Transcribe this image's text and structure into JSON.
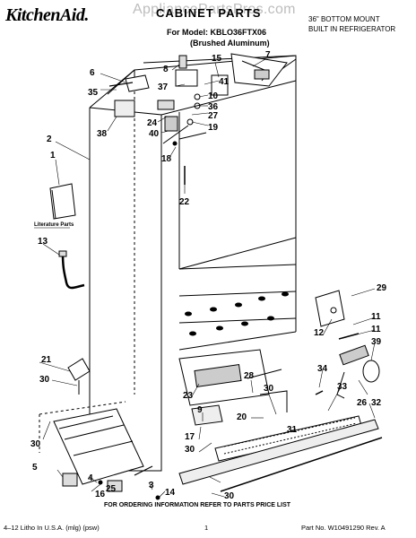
{
  "header": {
    "brand": "KitchenAid.",
    "watermark": "AppliancePartsPros.com",
    "title": "CABINET PARTS",
    "model": "For Model: KBLO36FTX06",
    "finish": "(Brushed Aluminum)",
    "mount_line1": "36\" BOTTOM MOUNT",
    "mount_line2": "BUILT IN REFRIGERATOR"
  },
  "callouts": {
    "c1": "1",
    "c2": "2",
    "c3": "3",
    "c4": "4",
    "c5": "5",
    "c6": "6",
    "c7": "7",
    "c8": "8",
    "c10": "10",
    "c11a": "11",
    "c11b": "11",
    "c12": "12",
    "c13": "13",
    "c14": "14",
    "c15": "15",
    "c16": "16",
    "c17": "17",
    "c18": "18",
    "c19": "19",
    "c20": "20",
    "c21": "21",
    "c22": "22",
    "c23": "23",
    "c24": "24",
    "c25": "25",
    "c26": "26",
    "c27": "27",
    "c28": "28",
    "c29": "29",
    "c30a": "30",
    "c30b": "30",
    "c30c": "30",
    "c30d": "30",
    "c30e": "30",
    "c31": "31",
    "c32": "32",
    "c33": "33",
    "c34": "34",
    "c35": "35",
    "c36": "36",
    "c37": "37",
    "c38": "38",
    "c39": "39",
    "c40": "40",
    "c41": "41"
  },
  "literature_label": "Literature Parts",
  "footer": {
    "order_info": "FOR ORDERING INFORMATION REFER TO PARTS PRICE LIST",
    "litho": "4–12 Litho In U.S.A. (mlg) (psw)",
    "page": "1",
    "part_no": "Part No. W10491290 Rev. A"
  }
}
